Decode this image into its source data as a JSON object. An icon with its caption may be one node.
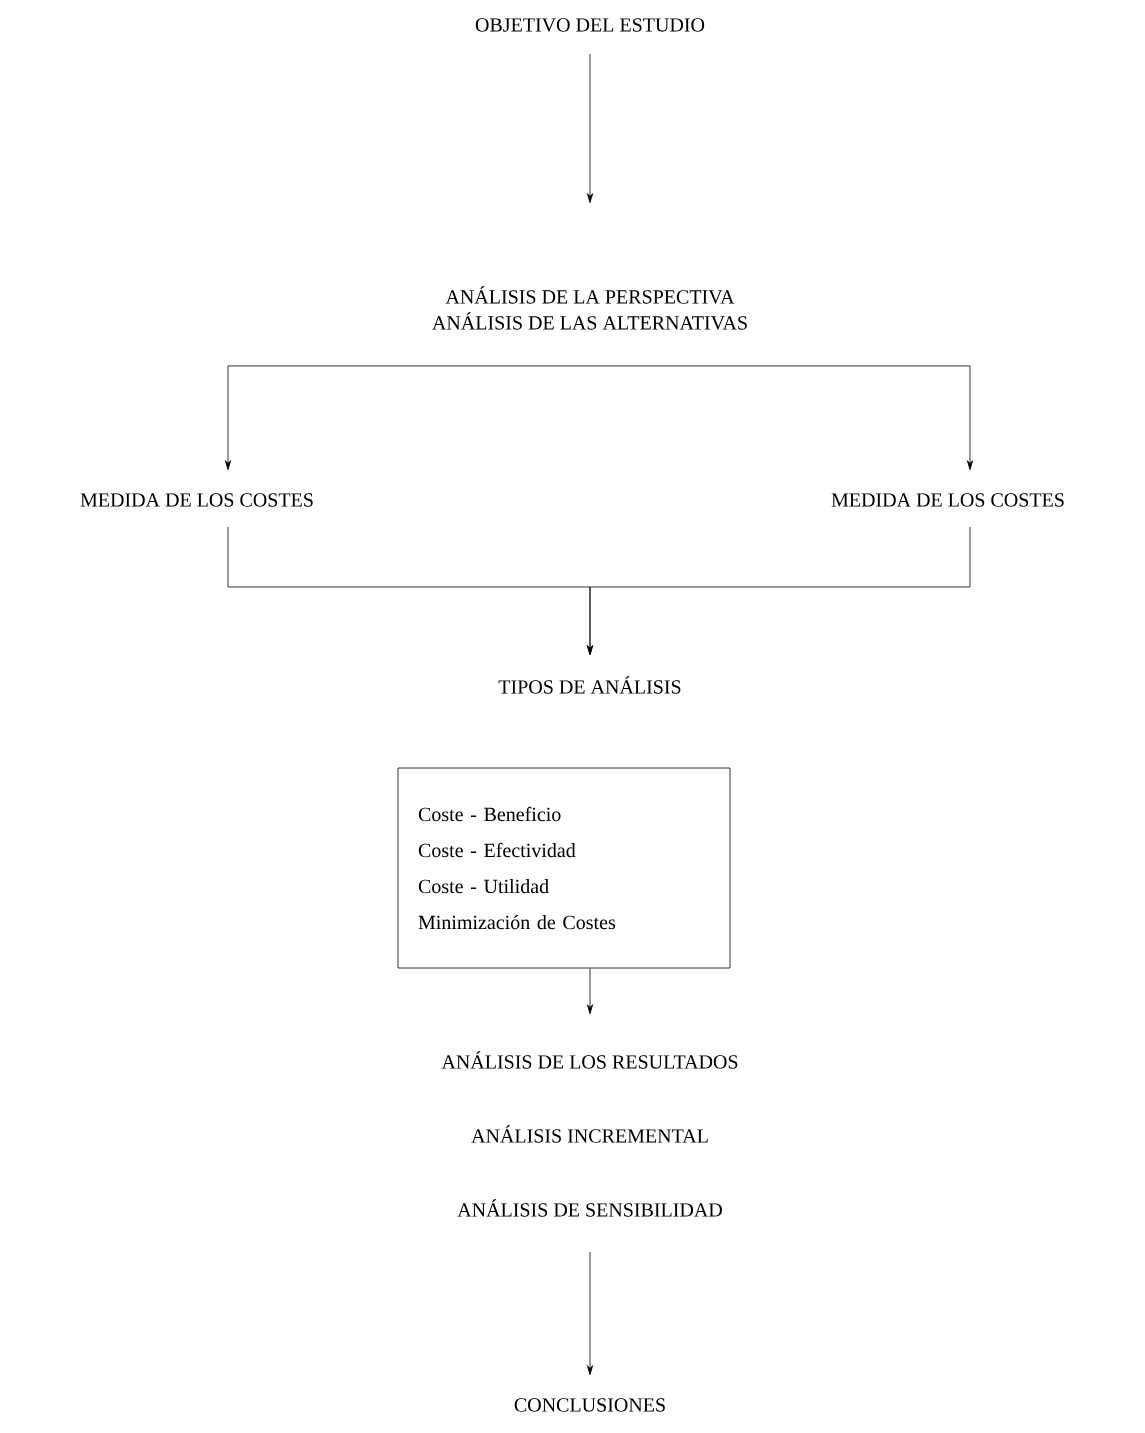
{
  "diagram": {
    "nodes": [
      {
        "text": [
          "OBJETIVO DEL ESTUDIO"
        ]
      },
      {
        "text": [
          "ANÁLISIS DE LA PERSPECTIVA",
          "ANÁLISIS DE LAS ALTERNATIVAS"
        ]
      },
      {
        "text": [
          "MEDIDA DE LOS COSTES"
        ]
      },
      {
        "text": [
          "MEDIDA DE LOS COSTES"
        ]
      },
      {
        "text": [
          "TIPOS DE ANÁLISIS"
        ]
      },
      {
        "text": [
          "Coste - Beneficio",
          "Coste - Efectividad",
          "Coste -  Utilidad",
          "Minimización de Costes"
        ]
      },
      {
        "text": [
          "ANÁLISIS DE LOS RESULTADOS",
          "ANÁLISIS INCREMENTAL",
          "ANÁLISIS DE SENSIBILIDAD"
        ]
      },
      {
        "text": [
          "CONCLUSIONES"
        ]
      }
    ],
    "edges": [
      {
        "from": 0,
        "to": 1,
        "arrow": "to"
      },
      {
        "from": 1,
        "to": 2,
        "arrow": "to"
      },
      {
        "from": 1,
        "to": 3,
        "arrow": "to"
      },
      {
        "from": 2,
        "to": 4,
        "arrow": "to"
      },
      {
        "from": 3,
        "to": 4,
        "arrow": "to"
      },
      {
        "from": 5,
        "to": 6,
        "arrow": "to"
      },
      {
        "from": 6,
        "to": 7,
        "arrow": "to"
      }
    ]
  }
}
